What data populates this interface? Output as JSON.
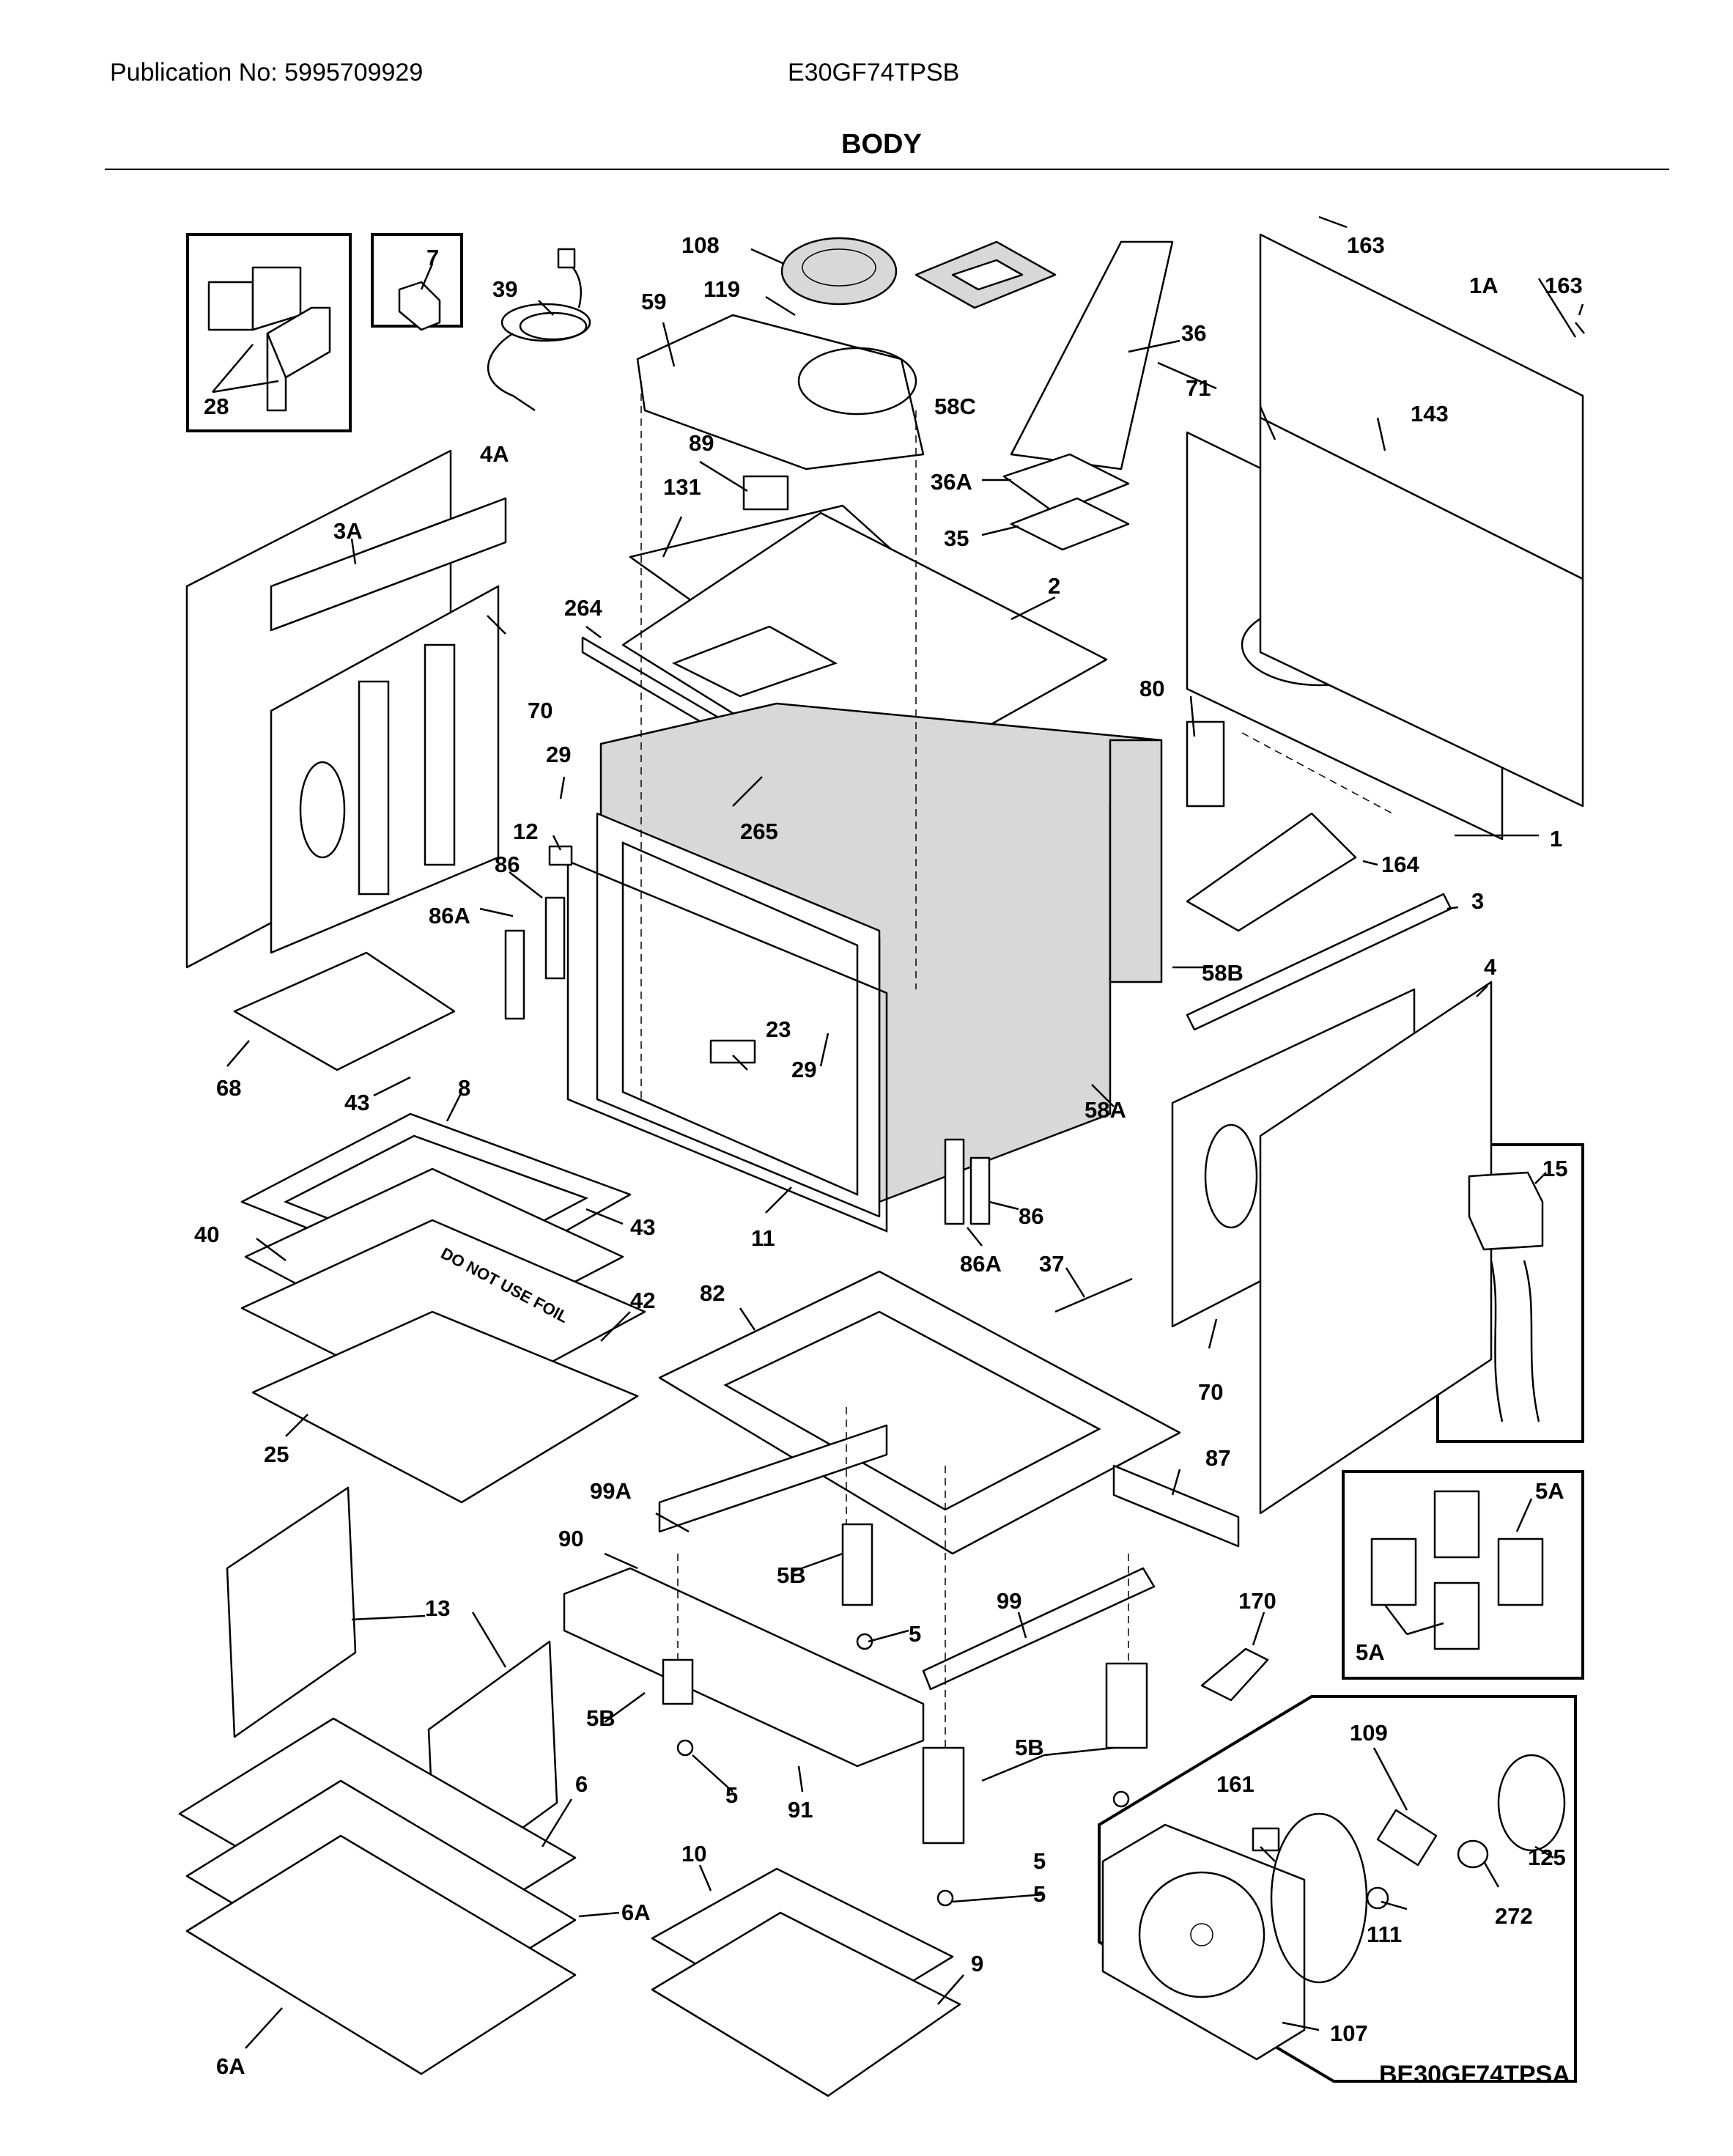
{
  "header": {
    "publication": "Publication No: 5995709929",
    "model": "E30GF74TPSB",
    "title": "BODY"
  },
  "footer": {
    "diagram_code": "BE30GF74TPSA"
  },
  "callouts": {
    "p1": "1",
    "p1a": "1A",
    "p2": "2",
    "p3": "3",
    "p3a": "3A",
    "p4": "4",
    "p4a": "4A",
    "p5a": "5",
    "p5b": "5",
    "p5c": "5",
    "p5d": "5",
    "p5a_box1": "5A",
    "p5a_box2": "5A",
    "p5b_1": "5B",
    "p5b_2": "5B",
    "p5b_3": "5B",
    "p6": "6",
    "p6a_1": "6A",
    "p6a_2": "6A",
    "p7": "7",
    "p8": "8",
    "p9": "9",
    "p10": "10",
    "p11": "11",
    "p12": "12",
    "p13": "13",
    "p15": "15",
    "p23": "23",
    "p25": "25",
    "p28": "28",
    "p29_1": "29",
    "p29_2": "29",
    "p35": "35",
    "p36": "36",
    "p36a": "36A",
    "p37": "37",
    "p39": "39",
    "p40": "40",
    "p42": "42",
    "p43_1": "43",
    "p43_2": "43",
    "p58a": "58A",
    "p58b": "58B",
    "p58c": "58C",
    "p59": "59",
    "p68": "68",
    "p70_1": "70",
    "p70_2": "70",
    "p71": "71",
    "p80": "80",
    "p82": "82",
    "p86_1": "86",
    "p86_2": "86",
    "p86a_1": "86A",
    "p86a_2": "86A",
    "p87": "87",
    "p89": "89",
    "p90": "90",
    "p91": "91",
    "p99": "99",
    "p99a": "99A",
    "p107": "107",
    "p108": "108",
    "p109": "109",
    "p111": "111",
    "p119": "119",
    "p125": "125",
    "p131": "131",
    "p143": "143",
    "p161": "161",
    "p163_1": "163",
    "p163_2": "163",
    "p164": "164",
    "p170": "170",
    "p264": "264",
    "p265": "265",
    "p272": "272"
  },
  "foil_warning": "DO NOT USE FOIL"
}
